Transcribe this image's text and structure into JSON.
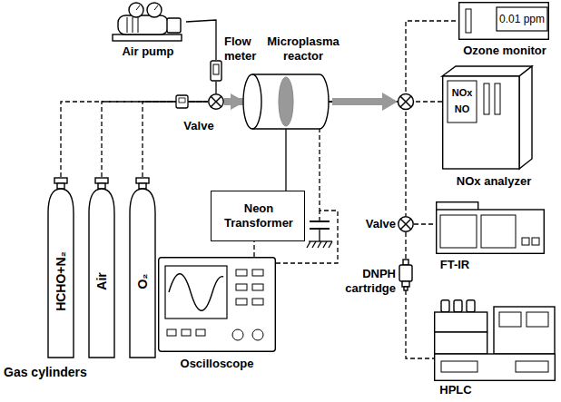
{
  "diagram": {
    "nodes": [
      {
        "text": [
          "Air pump"
        ]
      },
      {
        "text": [
          "Flow meter"
        ]
      },
      {
        "text": [
          "Microplasma reactor"
        ]
      },
      {
        "text": [
          "0.01 ppm",
          "Ozone monitor"
        ]
      },
      {
        "text": [
          "Valve"
        ]
      },
      {
        "text": [
          "NOx",
          "NO",
          "NOx analyzer"
        ]
      },
      {
        "text": [
          "HCHO+N₂"
        ]
      },
      {
        "text": [
          "Air"
        ]
      },
      {
        "text": [
          "O₂"
        ]
      },
      {
        "text": [
          "Neon Transformer"
        ]
      },
      {
        "text": [
          "Valve"
        ]
      },
      {
        "text": [
          "FT-IR"
        ]
      },
      {
        "text": [
          "DNPH cartridge"
        ]
      },
      {
        "text": [
          "Oscilloscope"
        ]
      },
      {
        "text": [
          "HPLC"
        ]
      }
    ],
    "edges": [
      {
        "from": 0,
        "to": 1,
        "arrow": "none"
      },
      {
        "from": 1,
        "to": 4,
        "arrow": "none"
      },
      {
        "from": 6,
        "to": 4,
        "arrow": "none"
      },
      {
        "from": 7,
        "to": 4,
        "arrow": "none"
      },
      {
        "from": 8,
        "to": 4,
        "arrow": "none"
      },
      {
        "from": 4,
        "to": 2,
        "arrow": "to"
      },
      {
        "from": 2,
        "to": 3,
        "arrow": "none"
      },
      {
        "from": 2,
        "to": 5,
        "arrow": "none"
      },
      {
        "from": 2,
        "to": 10,
        "arrow": "none"
      },
      {
        "from": 10,
        "to": 11,
        "arrow": "none"
      },
      {
        "from": 10,
        "to": 12,
        "arrow": "none"
      },
      {
        "from": 12,
        "to": 14,
        "arrow": "none"
      },
      {
        "from": 9,
        "to": 2,
        "arrow": "none"
      },
      {
        "from": 13,
        "to": 9,
        "arrow": "none"
      },
      {
        "from": 13,
        "to": 2,
        "arrow": "none"
      }
    ],
    "labels": [
      "Gas cylinders"
    ]
  }
}
